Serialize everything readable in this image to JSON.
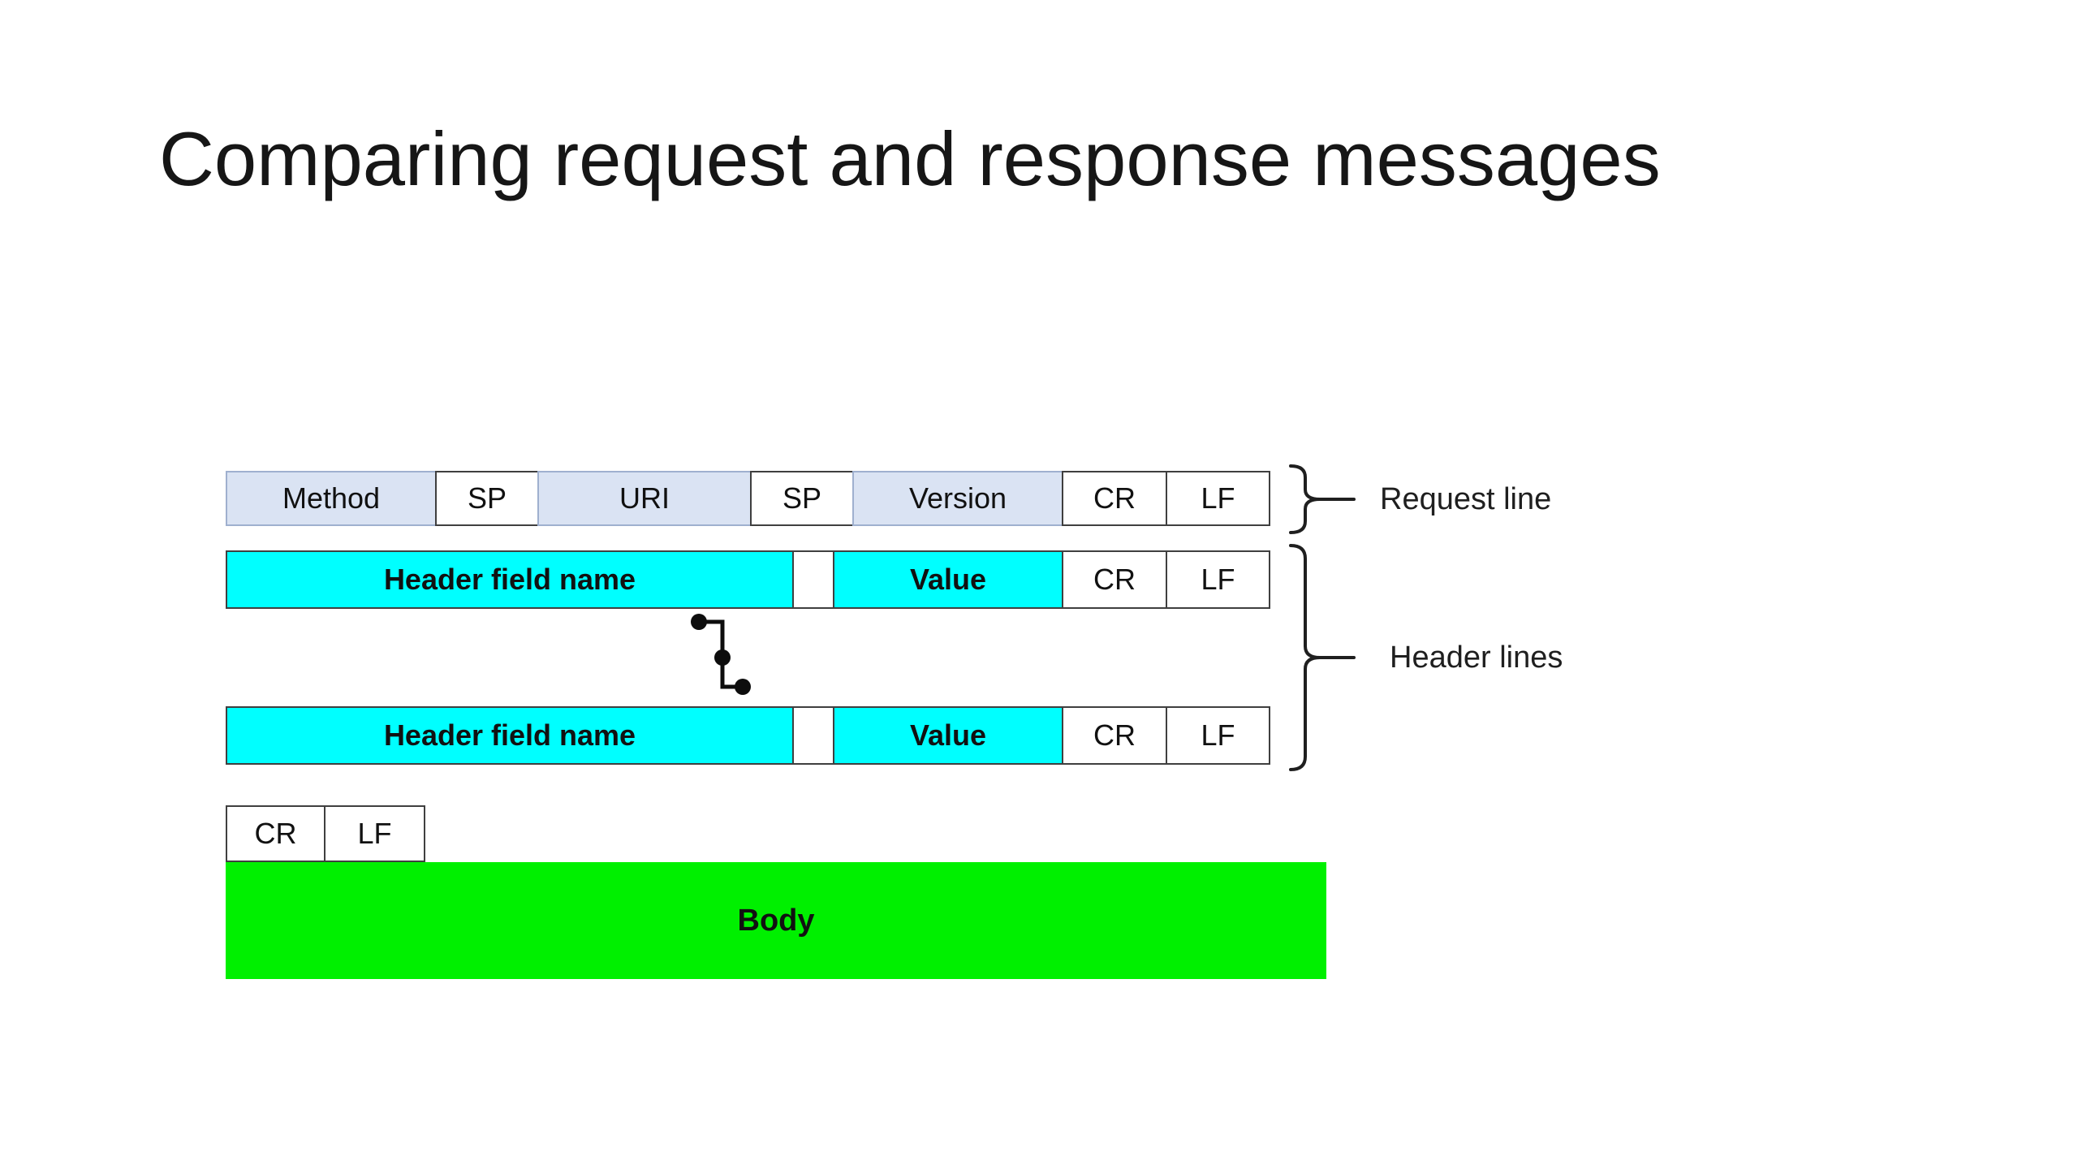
{
  "slide": {
    "title": "Comparing request and response messages"
  },
  "diagram": {
    "request_line": {
      "cells": [
        "Method",
        "SP",
        "URI",
        "SP",
        "Version",
        "CR",
        "LF"
      ],
      "label": "Request line"
    },
    "header_lines": {
      "label": "Header lines",
      "rows": [
        {
          "name": "Header field name",
          "value": "Value",
          "cr": "CR",
          "lf": "LF"
        },
        {
          "name": "Header field name",
          "value": "Value",
          "cr": "CR",
          "lf": "LF"
        }
      ]
    },
    "blank_line": {
      "cr": "CR",
      "lf": "LF"
    },
    "body": {
      "label": "Body"
    },
    "colors": {
      "request_field": "#dae3f3",
      "header_field": "#00ffff",
      "body": "#00f000"
    }
  }
}
